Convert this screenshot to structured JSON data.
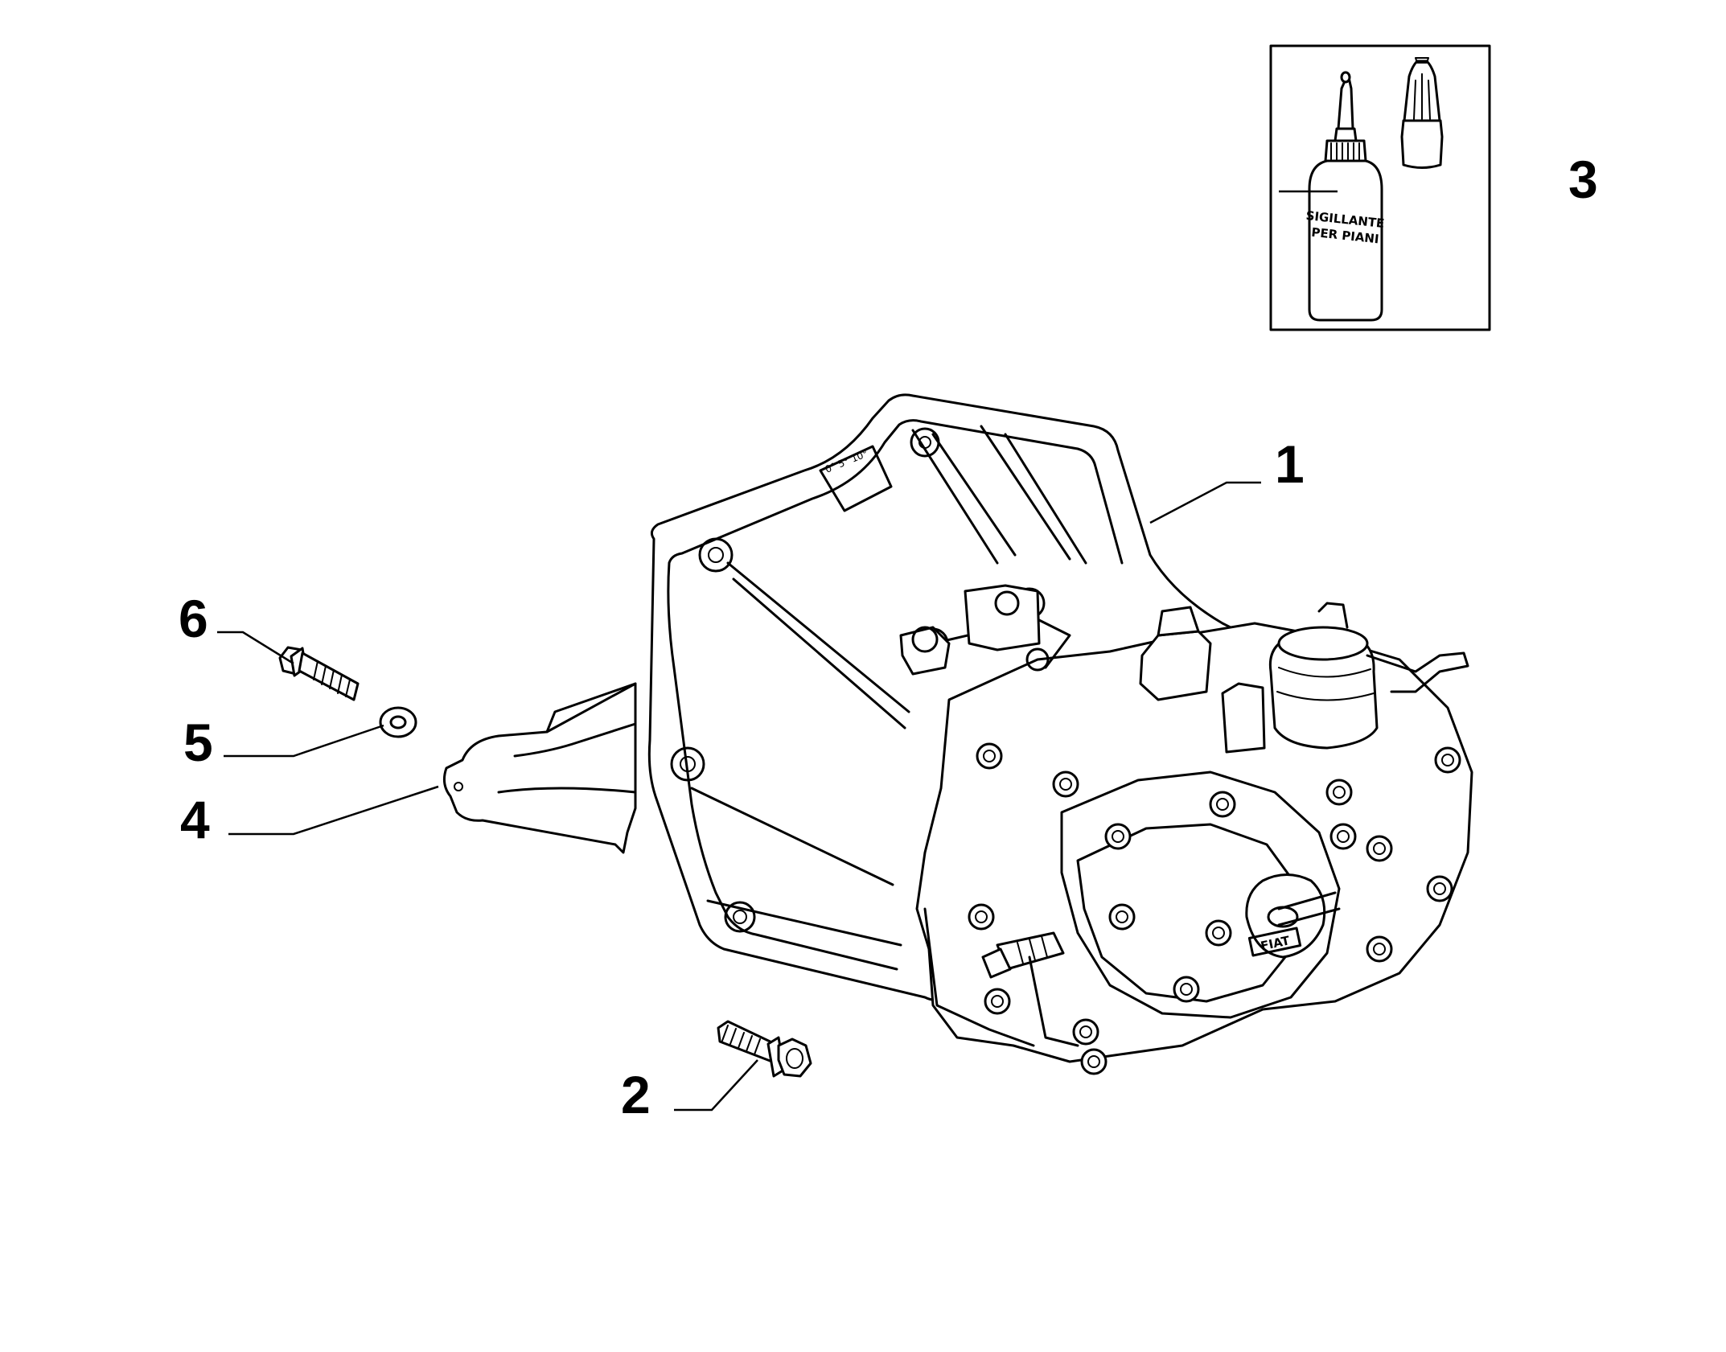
{
  "callouts": [
    {
      "id": "1",
      "label": "1"
    },
    {
      "id": "2",
      "label": "2"
    },
    {
      "id": "3",
      "label": "3"
    },
    {
      "id": "4",
      "label": "4"
    },
    {
      "id": "5",
      "label": "5"
    },
    {
      "id": "6",
      "label": "6"
    }
  ],
  "sealant_bottle": {
    "line1": "SIGILLANTE",
    "line2": "PER PIANI"
  },
  "housing_marking": "FIAT"
}
